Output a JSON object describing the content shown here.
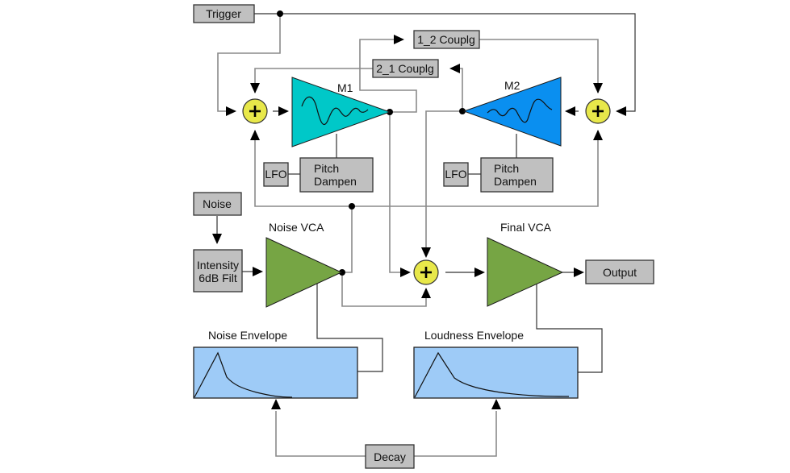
{
  "diagram": {
    "blocks": {
      "trigger": "Trigger",
      "coupling_1_2": "1_2 Couplg",
      "coupling_2_1": "2_1 Couplg",
      "lfo_1": "LFO",
      "lfo_2": "LFO",
      "pitch_dampen_1": [
        "Pitch",
        "Dampen"
      ],
      "pitch_dampen_2": [
        "Pitch",
        "Dampen"
      ],
      "noise": "Noise",
      "intensity_filter": [
        "Intensity",
        "6dB Filt"
      ],
      "output": "Output",
      "decay": "Decay"
    },
    "labels": {
      "m1": "M1",
      "m2": "M2",
      "noise_vca": "Noise VCA",
      "final_vca": "Final VCA",
      "noise_envelope": "Noise Envelope",
      "loudness_envelope": "Loudness Envelope"
    },
    "summing_symbol": "+",
    "colors": {
      "m1_oscillator": "#00c8c8",
      "m2_oscillator": "#0a8ff0",
      "vca": "#76a544",
      "summer": "#e8e84a",
      "envelope": "#9ecbf7",
      "block": "#c0c0c0"
    }
  }
}
